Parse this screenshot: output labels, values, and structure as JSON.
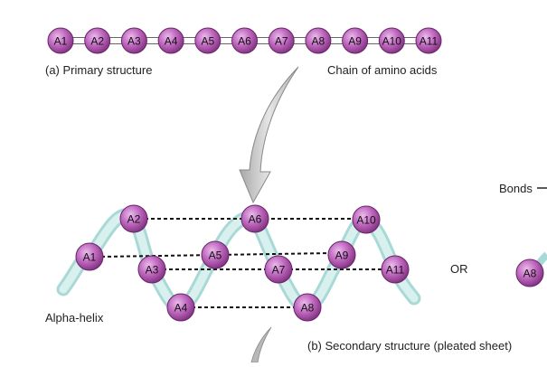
{
  "primary": {
    "beads": [
      "A1",
      "A2",
      "A3",
      "A4",
      "A5",
      "A6",
      "A7",
      "A8",
      "A9",
      "A10",
      "A11"
    ],
    "label": "(a) Primary structure",
    "chain_label": "Chain of amino acids"
  },
  "secondary": {
    "beads": [
      "A1",
      "A2",
      "A3",
      "A4",
      "A5",
      "A6",
      "A7",
      "A8",
      "A9",
      "A10",
      "A11"
    ],
    "alpha_label": "Alpha-helix",
    "caption": "(b) Secondary structure (pleated sheet)",
    "bonds_label": "Bonds",
    "or_label": "OR",
    "partial_bead": "A8"
  },
  "colors": {
    "bead_fill": "#b45cb4",
    "bead_stroke": "#6a2468",
    "ribbon": "#c2e6e4",
    "arrow": "#c4c4c4"
  }
}
